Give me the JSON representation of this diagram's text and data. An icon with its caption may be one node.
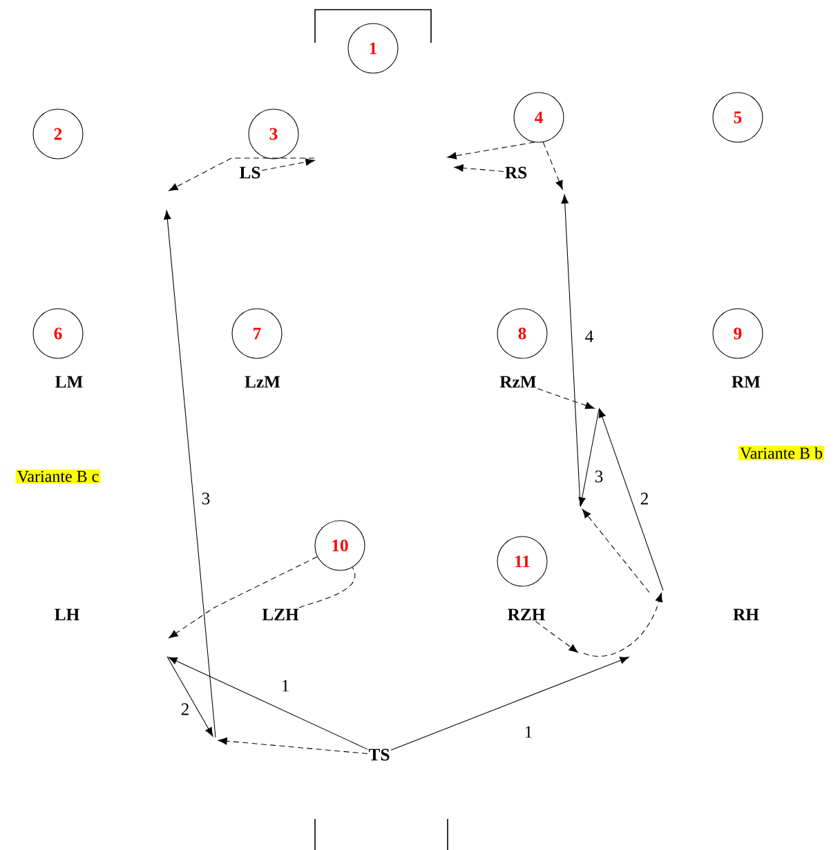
{
  "diagram": {
    "nodes": [
      {
        "text": [
          "1"
        ]
      },
      {
        "text": [
          "2"
        ]
      },
      {
        "text": [
          "3"
        ]
      },
      {
        "text": [
          "4"
        ]
      },
      {
        "text": [
          "5"
        ]
      },
      {
        "text": [
          "LS"
        ]
      },
      {
        "text": [
          "RS"
        ]
      },
      {
        "text": [
          "6"
        ]
      },
      {
        "text": [
          "7"
        ]
      },
      {
        "text": [
          "8"
        ]
      },
      {
        "text": [
          "9"
        ]
      },
      {
        "text": [
          "RzM"
        ]
      },
      {
        "text": [
          "10"
        ]
      },
      {
        "text": [
          "11"
        ]
      },
      {
        "text": [
          "LZH"
        ]
      },
      {
        "text": [
          "RZH"
        ]
      },
      {
        "text": [
          "TS"
        ]
      }
    ],
    "edges": [
      {
        "from": 16,
        "to": null,
        "arrow": "to",
        "label": "1"
      },
      {
        "from": 16,
        "to": null,
        "arrow": "to",
        "style": "dashed"
      },
      {
        "from": 14,
        "to": 12,
        "arrow": "none",
        "style": "dashed"
      },
      {
        "from": 12,
        "to": null,
        "arrow": "to",
        "style": "dashed"
      },
      {
        "from": 5,
        "to": null,
        "arrow": "to",
        "style": "dashed"
      },
      {
        "from": 3,
        "to": null,
        "arrow": "to",
        "style": "dashed"
      },
      {
        "from": 6,
        "to": null,
        "arrow": "to",
        "style": "dashed"
      },
      {
        "from": 3,
        "to": null,
        "arrow": "to",
        "style": "dashed"
      },
      {
        "from": 11,
        "to": null,
        "arrow": "to",
        "style": "dashed"
      },
      {
        "from": 15,
        "to": null,
        "arrow": "to",
        "style": "dashed"
      },
      {
        "from": 16,
        "to": null,
        "arrow": "to",
        "label": "1"
      }
    ],
    "labels": [
      "4",
      "LM",
      "LzM",
      "RM",
      "Variante B b",
      "Variante B c",
      "3",
      "3",
      "2",
      "LH",
      "RH",
      "2"
    ]
  }
}
